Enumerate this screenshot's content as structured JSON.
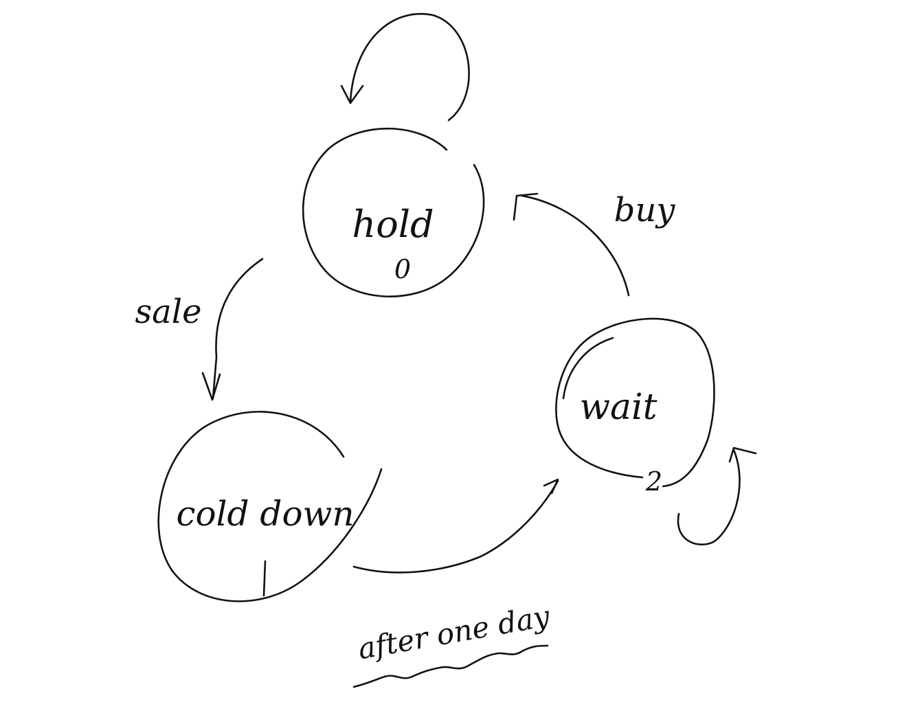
{
  "states": [
    {
      "name": "hold",
      "number": "0"
    },
    {
      "name": "cold down",
      "number": "1"
    },
    {
      "name": "wait",
      "number": "2"
    }
  ],
  "transitions": [
    {
      "label": "sale",
      "from": "hold",
      "to": "cold down"
    },
    {
      "label": "buy",
      "from": "wait",
      "to": "hold"
    },
    {
      "label": "after one day",
      "from": "cold down",
      "to": "wait"
    }
  ],
  "colors": {
    "ink": "#111111",
    "background": "#ffffff"
  }
}
